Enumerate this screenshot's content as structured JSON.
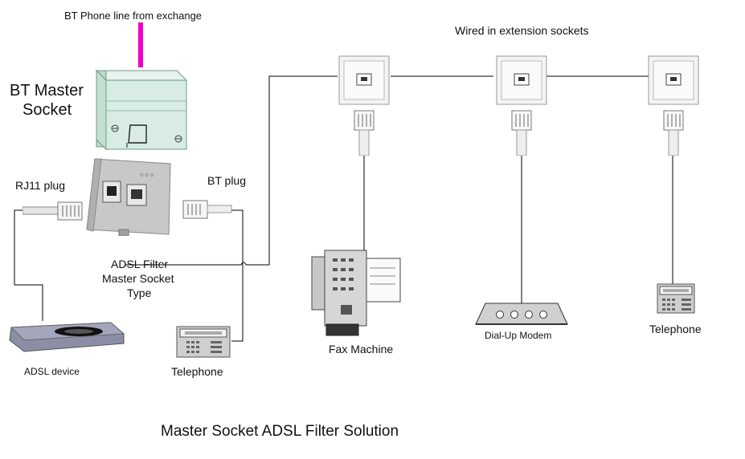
{
  "diagram": {
    "title": "Master Socket ADSL Filter Solution",
    "labels": {
      "bt_line": "BT Phone line from exchange",
      "master_socket_l1": "BT Master",
      "master_socket_l2": "Socket",
      "rj11_plug": "RJ11 plug",
      "bt_plug": "BT plug",
      "filter_l1": "ADSL Filter",
      "filter_l2": "Master Socket",
      "filter_l3": "Type",
      "adsl_device": "ADSL device",
      "telephone_left": "Telephone",
      "extensions": "Wired in extension sockets",
      "fax": "Fax Machine",
      "modem": "Dial-Up Modem",
      "telephone_right": "Telephone"
    }
  },
  "colors": {
    "exchange_line": "#ee00cc",
    "master_socket": "#d8ece4",
    "filter_body": "#c8c8c8",
    "wire": "#000000"
  },
  "icons": [
    "master-socket-icon",
    "adsl-filter-icon",
    "rj11-plug-icon",
    "bt-plug-icon",
    "adsl-device-icon",
    "telephone-icon",
    "extension-socket-icon",
    "fax-machine-icon",
    "dial-up-modem-icon"
  ]
}
